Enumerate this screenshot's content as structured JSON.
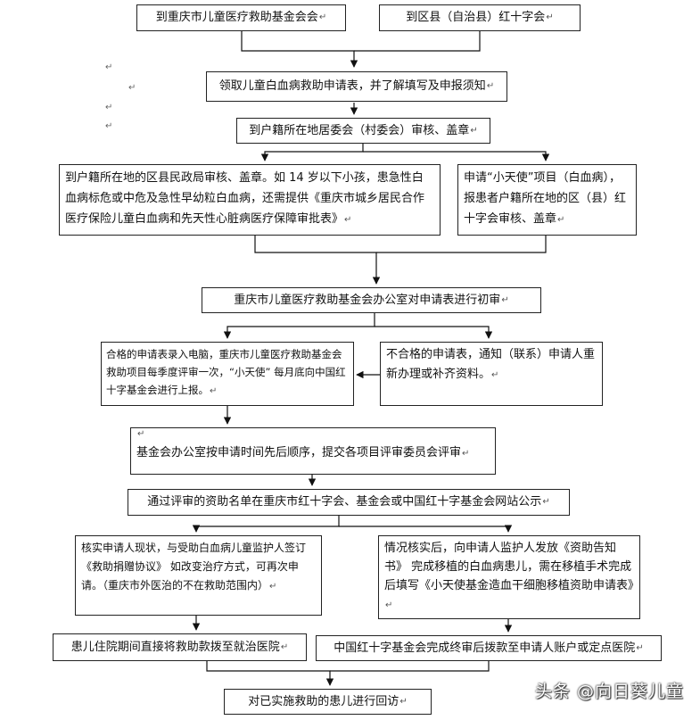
{
  "mark": "↵",
  "boxes": {
    "top_left": "到重庆市儿童医疗救助基金会会",
    "top_right": "到区县（自治县）红十字会",
    "apply_form": "领取儿童白血病救助申请表，并了解填写及申报须知",
    "residence_review": "到户籍所在地居委会（村委会）审核、盖章",
    "civil_affairs": "到户籍所在地的区县民政局审核、盖章。如 14 岁以下小孩，患急性白血病标危或中危及急性早幼粒白血病，还需提供《重庆市城乡居民合作医疗保险儿童白血病和先天性心脏病医疗保障审批表》",
    "little_angel": "申请“小天使”项目（白血病），报患者户籍所在地的区（县）红十字会审核、盖章",
    "initial_review": "重庆市儿童医疗救助基金会办公室对申请表进行初审",
    "qualified": "合格的申请表录入电脑，重庆市儿童医疗救助基金会救助项目每季度评审一次，“小天使” 每月底向中国红十字基金会进行上报。",
    "unqualified": "不合格的申请表，通知（联系）申请人重新办理或补齐资料。",
    "submit_committee": "基金会办公室按申请时间先后顺序，提交各项目评审委员会评审",
    "publicize": "通过评审的资助名单在重庆市红十字会、基金会或中国红十字基金会网站公示",
    "verify_sign": "核实申请人现状，与受助白血病儿童监护人签订《救助捐赠协议》 如改变治疗方式，可再次申请。（重庆市外医治的不在救助范围内）",
    "notice_letter": "情况核实后，向申请人监护人发放《资助告知书》 完成移植的白血病患儿，需在移植手术完成后填写《小天使基金造血干细胞移植资助申请表》",
    "pay_hospital": "患儿住院期间直接将救助款拨至就治医院",
    "pay_account": "中国红十字基金会完成终审后拨款至申请人账户或定点医院",
    "follow_up": "对已实施救助的患儿进行回访"
  },
  "watermark": "头条 @向日葵儿童"
}
